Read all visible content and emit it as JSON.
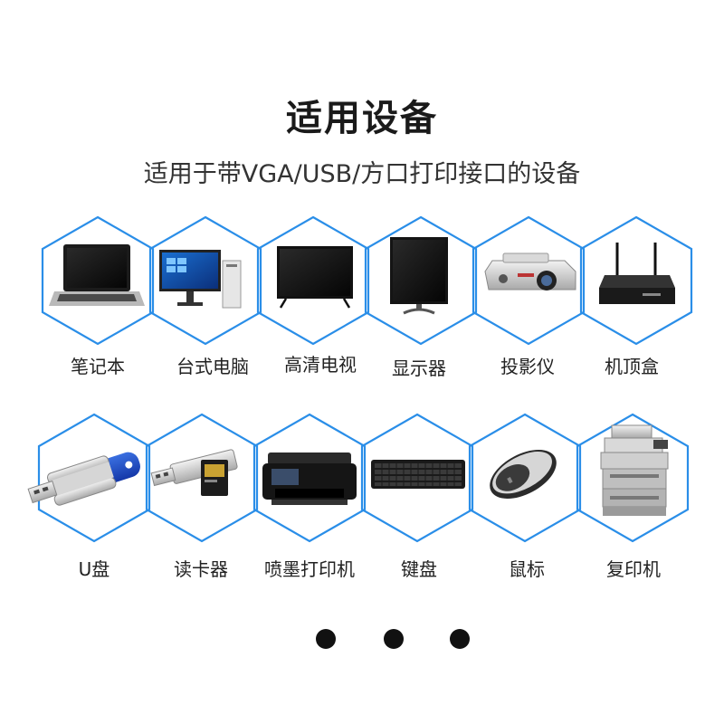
{
  "title": "适用设备",
  "subtitle": "适用于带VGA/USB/方口打印接口的设备",
  "accent_color": "#2a8ee8",
  "row1": [
    {
      "icon": "laptop-icon",
      "label": "笔记本"
    },
    {
      "icon": "desktop-computer-icon",
      "label": "台式电脑"
    },
    {
      "icon": "tv-icon",
      "label": "高清电视"
    },
    {
      "icon": "monitor-icon",
      "label": "显示器"
    },
    {
      "icon": "projector-icon",
      "label": "投影仪"
    },
    {
      "icon": "set-top-box-icon",
      "label": "机顶盒"
    }
  ],
  "row2": [
    {
      "icon": "usb-drive-icon",
      "label": "U盘"
    },
    {
      "icon": "card-reader-icon",
      "label": "读卡器"
    },
    {
      "icon": "inkjet-printer-icon",
      "label": "喷墨打印机"
    },
    {
      "icon": "keyboard-icon",
      "label": "键盘"
    },
    {
      "icon": "mouse-icon",
      "label": "鼠标"
    },
    {
      "icon": "copier-icon",
      "label": "复印机"
    }
  ]
}
